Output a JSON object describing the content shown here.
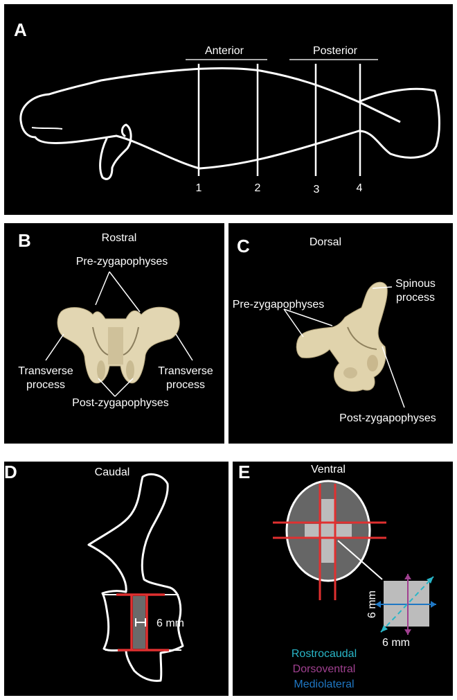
{
  "panel_a": {
    "letter": "A",
    "group_anterior": "Anterior",
    "group_posterior": "Posterior",
    "section_labels": [
      "1",
      "2",
      "3",
      "4"
    ]
  },
  "panel_b": {
    "letter": "B",
    "view": "Rostral",
    "labels": {
      "pre_zygapophyses": "Pre-zygapophyses",
      "transverse_left_1": "Transverse",
      "transverse_left_2": "process",
      "transverse_right_1": "Transverse",
      "transverse_right_2": "process",
      "post_zygapophyses": "Post-zygapophyses"
    }
  },
  "panel_c": {
    "letter": "C",
    "view": "Dorsal",
    "labels": {
      "spinous_1": "Spinous",
      "spinous_2": "process",
      "pre_zygapophyses": "Pre-zygapophyses",
      "post_zygapophyses": "Post-zygapophyses"
    }
  },
  "panel_d": {
    "letter": "D",
    "view": "Caudal",
    "measure": "6 mm"
  },
  "panel_e": {
    "letter": "E",
    "view": "Ventral",
    "measure_vertical": "6 mm",
    "measure_horizontal": "6 mm",
    "legend": [
      {
        "label": "Rostrocaudal",
        "color": "#29b6c8"
      },
      {
        "label": "Dorsoventral",
        "color": "#a04090"
      },
      {
        "label": "Mediolateral",
        "color": "#1f77c4"
      }
    ]
  },
  "colors": {
    "background": "#000000",
    "outline": "#ffffff",
    "cut_lines": "#e03030",
    "bone": "#e8dcb8",
    "specimen_fill": "#666666",
    "sample_fill": "#bbbbbb"
  }
}
